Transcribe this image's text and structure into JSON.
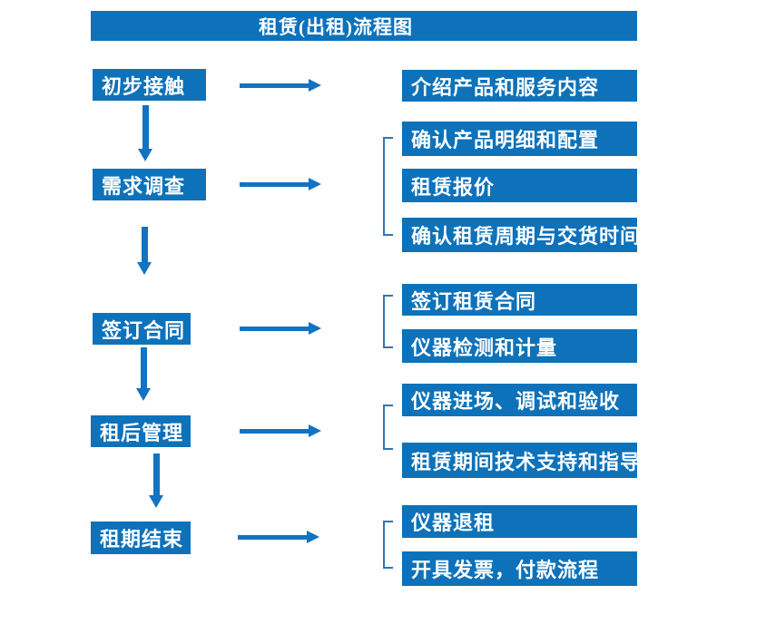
{
  "title": "租赁(出租)流程图",
  "colors": {
    "box_blue": "#0d72ba",
    "arrow_blue": "#1173c2",
    "bracket_blue": "#2e75b6",
    "text_white": "#ffffff",
    "background": "#ffffff"
  },
  "stages": [
    {
      "label": "初步接触",
      "details": [
        "介绍产品和服务内容"
      ]
    },
    {
      "label": "需求调查",
      "details": [
        "确认产品明细和配置",
        "租赁报价",
        "确认租赁周期与交货时间"
      ]
    },
    {
      "label": "签订合同",
      "details": [
        "签订租赁合同",
        "仪器检测和计量"
      ]
    },
    {
      "label": "租后管理",
      "details": [
        "仪器进场、调试和验收",
        "租赁期间技术支持和指导"
      ]
    },
    {
      "label": "租期结束",
      "details": [
        "仪器退租",
        "开具发票，付款流程"
      ]
    }
  ]
}
